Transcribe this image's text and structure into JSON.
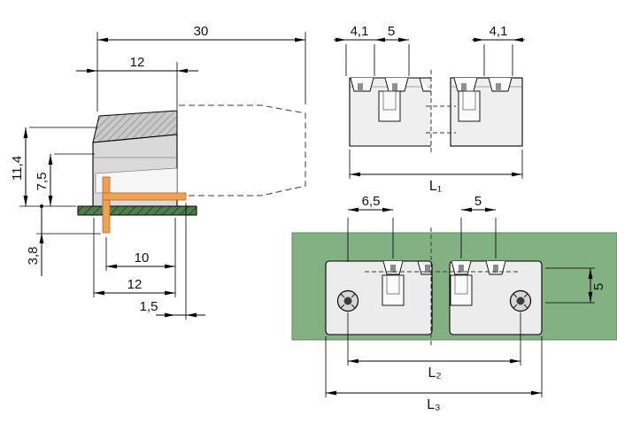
{
  "side_view": {
    "overall_length": "30",
    "housing_width_top": "12",
    "height_above_board": "11,4",
    "pin_height": "7,5",
    "pin_below_board": "3,8",
    "pin_to_edge": "10",
    "housing_width_bottom": "12",
    "pin_tip_offset": "1,5"
  },
  "top_view": {
    "slot_width_left": "4,1",
    "pitch": "5",
    "slot_width_right": "4,1",
    "overall_length_label": "L₁"
  },
  "board_view": {
    "hole_to_first_pin": "6,5",
    "pitch": "5",
    "row_height": "5",
    "hole_spacing_label": "L₂",
    "overall_length_label": "L₃"
  },
  "colors": {
    "line": "#000000",
    "housing_gray": "#d9d9d9",
    "housing_light": "#ececec",
    "pin_orange": "#f0a055",
    "pin_orange_edge": "#b06820",
    "board_green": "#83b183",
    "board_green_edge": "#5d8b5d",
    "board_section_green": "#4e7d4e"
  }
}
